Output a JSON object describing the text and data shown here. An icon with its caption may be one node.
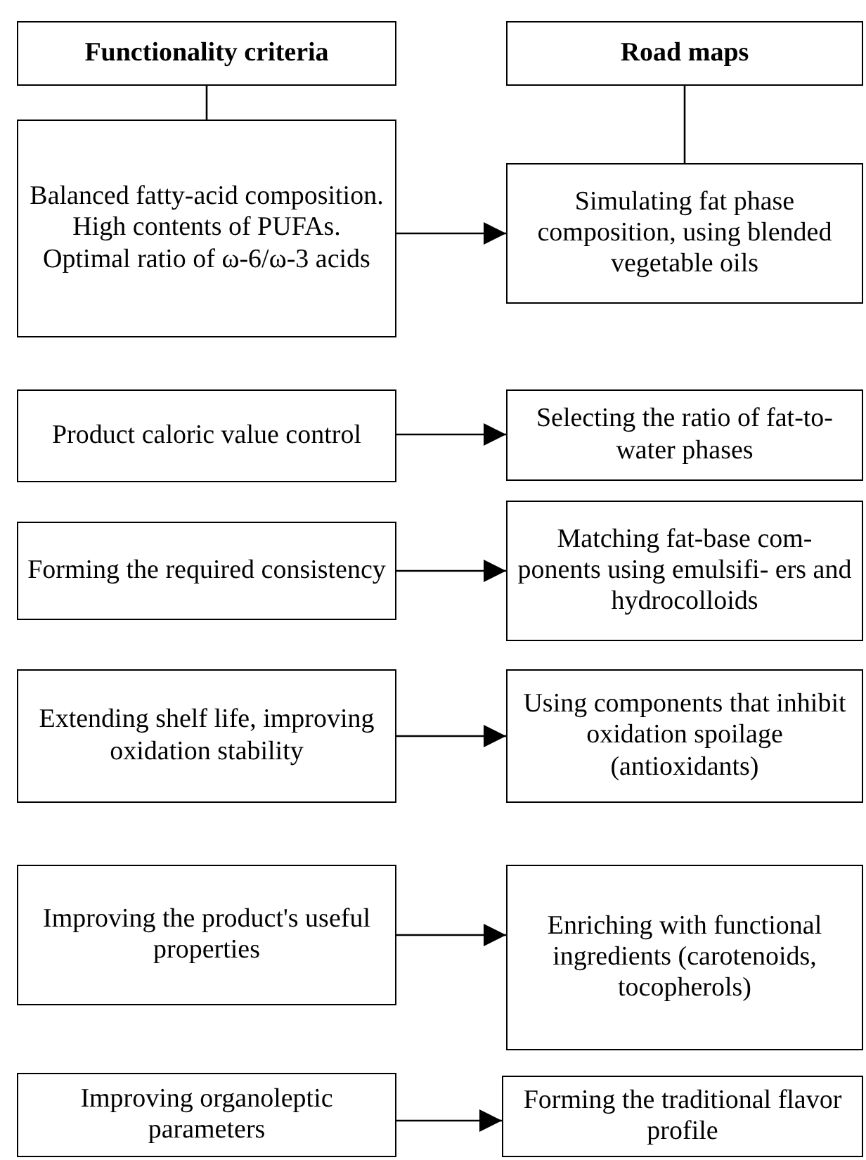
{
  "diagram": {
    "nodes": [
      {
        "text": [
          "Functionality criteria"
        ]
      },
      {
        "text": [
          "Road maps"
        ]
      },
      {
        "text": [
          "Balanced fatty-acid composition. High contents of PUFAs. Optimal ratio of ω-6/ω-3 acids"
        ]
      },
      {
        "text": [
          "Simulating fat phase composition, using blended vegetable oils"
        ]
      },
      {
        "text": [
          "Product caloric value control"
        ]
      },
      {
        "text": [
          "Selecting the ratio of fat-to-water phases"
        ]
      },
      {
        "text": [
          "Forming the required consistency"
        ]
      },
      {
        "text": [
          "Matching fat-base com- ponents using emulsifi- ers and hydrocolloids"
        ]
      },
      {
        "text": [
          "Extending shelf life, improving oxidation stability"
        ]
      },
      {
        "text": [
          "Using components that inhibit oxidation spoilage (antioxidants)"
        ]
      },
      {
        "text": [
          "Improving the product's useful properties"
        ]
      },
      {
        "text": [
          "Enriching with functional ingredients (carotenoids, tocopherols)"
        ]
      },
      {
        "text": [
          "Improving organoleptic parameters"
        ]
      },
      {
        "text": [
          "Forming the traditional flavor profile"
        ]
      }
    ],
    "edges": [
      {
        "from": 0,
        "to": 2,
        "arrow": "none"
      },
      {
        "from": 1,
        "to": 3,
        "arrow": "none"
      },
      {
        "from": 2,
        "to": 3,
        "arrow": "to"
      },
      {
        "from": 4,
        "to": 5,
        "arrow": "to"
      },
      {
        "from": 6,
        "to": 7,
        "arrow": "to"
      },
      {
        "from": 8,
        "to": 9,
        "arrow": "to"
      },
      {
        "from": 10,
        "to": 11,
        "arrow": "to"
      },
      {
        "from": 12,
        "to": 13,
        "arrow": "to"
      }
    ]
  }
}
